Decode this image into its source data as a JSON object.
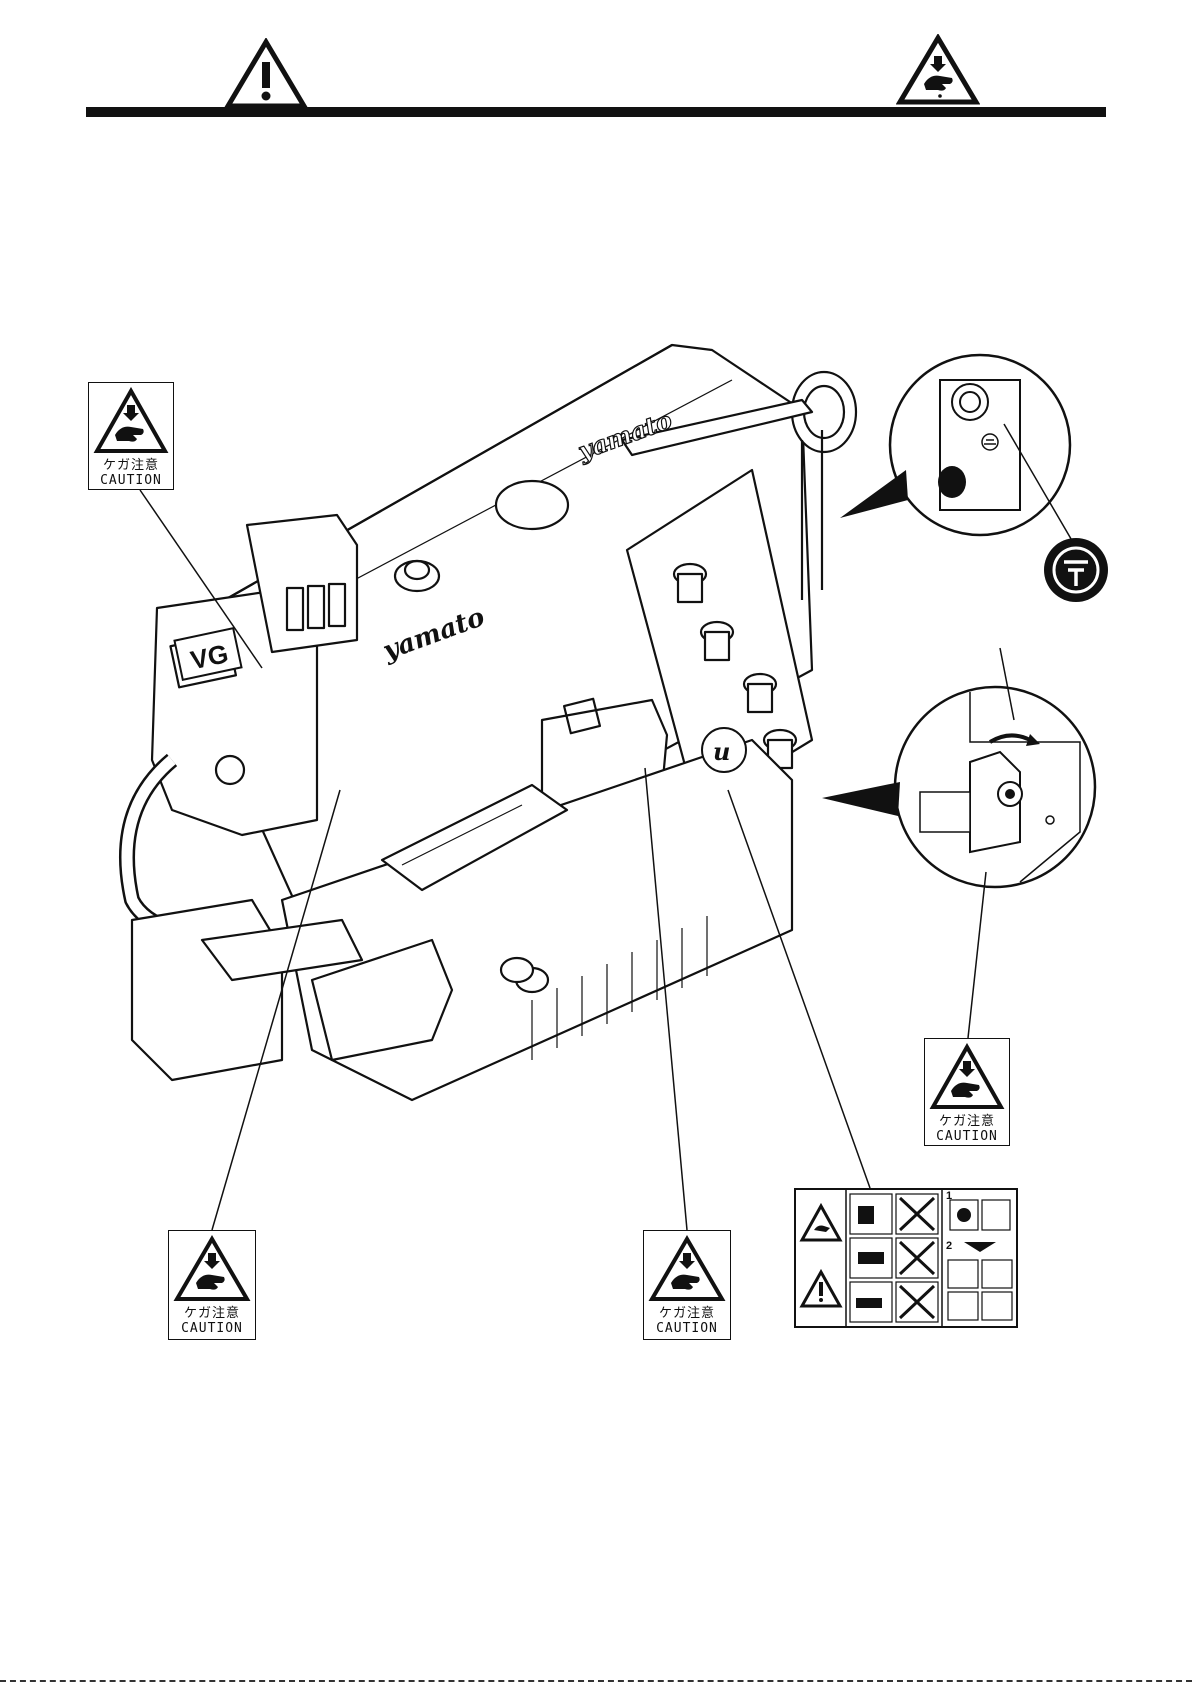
{
  "header": {
    "left_icon": "general-warning-triangle-icon",
    "right_icon": "hand-injury-warning-icon"
  },
  "labels": {
    "caution_jp": "ケガ注意",
    "caution_en": "CAUTION"
  },
  "machine": {
    "brand_top": "yamato",
    "brand_side": "yamato",
    "model_badge": "VG"
  },
  "warning_panel": {
    "step1": "1",
    "step2": "2"
  },
  "colors": {
    "ink": "#111111",
    "paper": "#ffffff"
  }
}
